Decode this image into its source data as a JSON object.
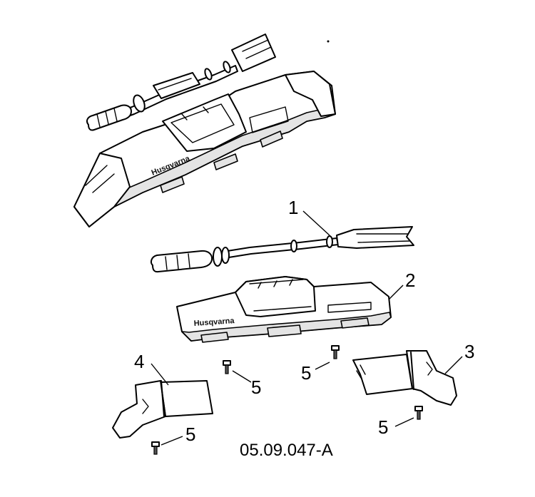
{
  "diagram": {
    "figure_code": "05.09.047-A",
    "brand_text": "Husqvarna",
    "callouts": {
      "c1": "1",
      "c2": "2",
      "c3": "3",
      "c4": "4",
      "c5a": "5",
      "c5b": "5",
      "c5c": "5",
      "c5d": "5"
    }
  }
}
